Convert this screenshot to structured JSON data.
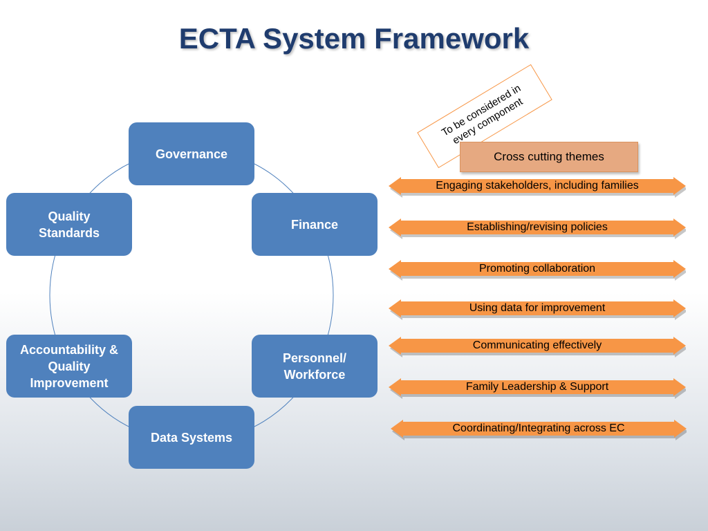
{
  "title": "ECTA System Framework",
  "components": [
    {
      "id": "b-gov",
      "label": "Governance"
    },
    {
      "id": "b-fin",
      "label": "Finance"
    },
    {
      "id": "b-pw",
      "label": "Personnel/\nWorkforce"
    },
    {
      "id": "b-ds",
      "label": "Data Systems"
    },
    {
      "id": "b-aqi",
      "label": "Accountability &\nQuality\nImprovement"
    },
    {
      "id": "b-qs",
      "label": "Quality\nStandards"
    }
  ],
  "note": "To be considered in\nevery component",
  "cross_cutting_header": "Cross cutting themes",
  "themes": [
    "Engaging stakeholders, including families",
    "Establishing/revising policies",
    "Promoting collaboration",
    "Using data for improvement",
    "Communicating effectively",
    "Family Leadership & Support",
    "Coordinating/Integrating across EC"
  ],
  "colors": {
    "title": "#1f3c6e",
    "component_fill": "#4f81bd",
    "arrow_fill": "#f79646",
    "header_fill": "#e6a981",
    "ring_stroke": "#4f81bd"
  }
}
